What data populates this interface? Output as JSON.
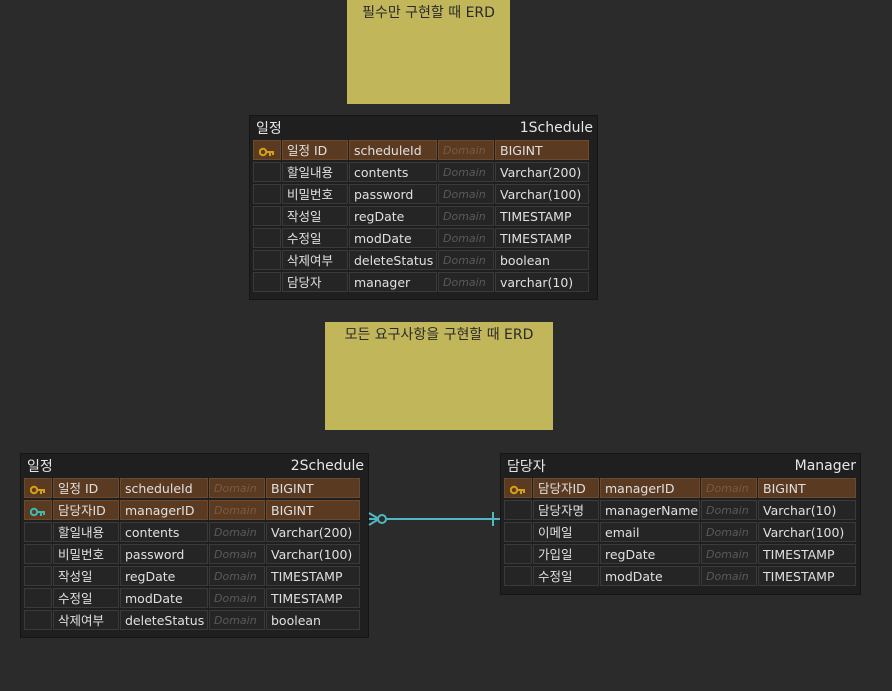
{
  "notes": [
    {
      "text": "필수만 구현할 때 ERD"
    },
    {
      "text": "모든 요구사항을 구현할 때 ERD"
    }
  ],
  "tables": [
    {
      "title": "일정",
      "name": "1Schedule",
      "rows": [
        {
          "key": "pk",
          "logical": "일정 ID",
          "physical": "scheduleId",
          "domain": "Domain",
          "type": "BIGINT"
        },
        {
          "key": "",
          "logical": "할일내용",
          "physical": "contents",
          "domain": "Domain",
          "type": "Varchar(200)"
        },
        {
          "key": "",
          "logical": "비밀번호",
          "physical": "password",
          "domain": "Domain",
          "type": "Varchar(100)"
        },
        {
          "key": "",
          "logical": "작성일",
          "physical": "regDate",
          "domain": "Domain",
          "type": "TIMESTAMP"
        },
        {
          "key": "",
          "logical": "수정일",
          "physical": "modDate",
          "domain": "Domain",
          "type": "TIMESTAMP"
        },
        {
          "key": "",
          "logical": "삭제여부",
          "physical": "deleteStatus",
          "domain": "Domain",
          "type": "boolean"
        },
        {
          "key": "",
          "logical": "담당자",
          "physical": "manager",
          "domain": "Domain",
          "type": "varchar(10)"
        }
      ]
    },
    {
      "title": "일정",
      "name": "2Schedule",
      "rows": [
        {
          "key": "pk",
          "logical": "일정 ID",
          "physical": "scheduleId",
          "domain": "Domain",
          "type": "BIGINT"
        },
        {
          "key": "fk",
          "logical": "담당자ID",
          "physical": "managerID",
          "domain": "Domain",
          "type": "BIGINT"
        },
        {
          "key": "",
          "logical": "할일내용",
          "physical": "contents",
          "domain": "Domain",
          "type": "Varchar(200)"
        },
        {
          "key": "",
          "logical": "비밀번호",
          "physical": "password",
          "domain": "Domain",
          "type": "Varchar(100)"
        },
        {
          "key": "",
          "logical": "작성일",
          "physical": "regDate",
          "domain": "Domain",
          "type": "TIMESTAMP"
        },
        {
          "key": "",
          "logical": "수정일",
          "physical": "modDate",
          "domain": "Domain",
          "type": "TIMESTAMP"
        },
        {
          "key": "",
          "logical": "삭제여부",
          "physical": "deleteStatus",
          "domain": "Domain",
          "type": "boolean"
        }
      ]
    },
    {
      "title": "담당자",
      "name": "Manager",
      "rows": [
        {
          "key": "pk",
          "logical": "담당자ID",
          "physical": "managerID",
          "domain": "Domain",
          "type": "BIGINT"
        },
        {
          "key": "",
          "logical": "담당자명",
          "physical": "managerName",
          "domain": "Domain",
          "type": "Varchar(10)"
        },
        {
          "key": "",
          "logical": "이메일",
          "physical": "email",
          "domain": "Domain",
          "type": "Varchar(100)"
        },
        {
          "key": "",
          "logical": "가입일",
          "physical": "regDate",
          "domain": "Domain",
          "type": "TIMESTAMP"
        },
        {
          "key": "",
          "logical": "수정일",
          "physical": "modDate",
          "domain": "Domain",
          "type": "TIMESTAMP"
        }
      ]
    }
  ],
  "colors": {
    "note": "#c1b65a",
    "pk_key": "#d4a017",
    "fk_key": "#3fb7b0",
    "relation": "#4fb8c0"
  }
}
